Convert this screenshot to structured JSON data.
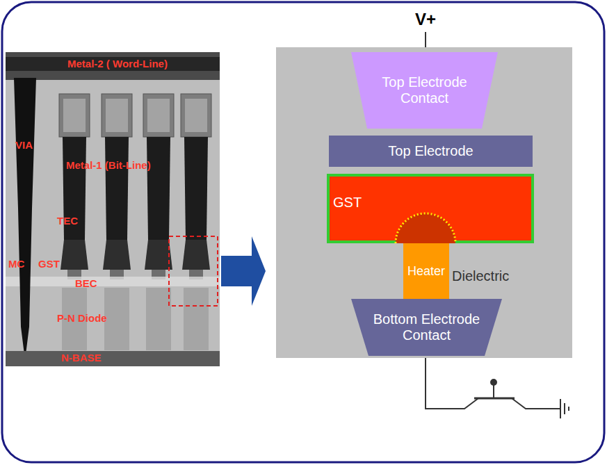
{
  "diagram": {
    "nodes": [
      {
        "text": [
          "Dielectric"
        ]
      },
      {
        "text": [
          "Top Electrode Contact"
        ],
        "in": 0
      },
      {
        "text": [
          "Top Electrode"
        ],
        "in": 0
      },
      {
        "text": [
          "GST"
        ],
        "in": 0
      },
      {
        "text": [
          "Heater"
        ],
        "in": 0
      },
      {
        "text": [
          "Bottom Electrode Contact"
        ],
        "in": 0
      }
    ],
    "labels": [
      "V+",
      "Metal-2 ( Word-Line)",
      "VIA",
      "Metal-1 (Bit-Line)",
      "TEC",
      "MC",
      "GST",
      "BEC",
      "P-N Diode",
      "N-BASE"
    ]
  }
}
